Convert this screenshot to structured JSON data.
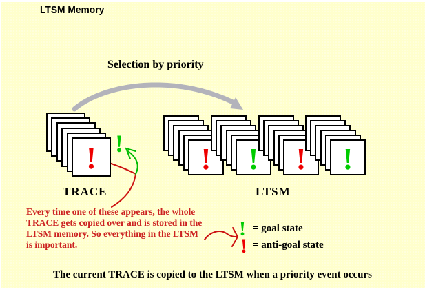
{
  "page": {
    "title": "LTSM Memory",
    "background_color": "#FFFFCC"
  },
  "header": {
    "selection_label": "Selection by priority"
  },
  "marks": {
    "glyph": "!",
    "goal_color": "#00CC00",
    "anti_goal_color": "#EE0000"
  },
  "trace": {
    "label": "TRACE",
    "card_count": 6,
    "front_mark": "anti_goal"
  },
  "ltsm": {
    "label": "LTSM",
    "stacks": [
      {
        "card_count": 6,
        "front_mark": "anti_goal"
      },
      {
        "card_count": 6,
        "front_mark": "goal"
      },
      {
        "card_count": 6,
        "front_mark": "anti_goal"
      },
      {
        "card_count": 6,
        "front_mark": "goal"
      }
    ]
  },
  "annotation": {
    "lines": "Every time one of these appears, the whole\nTRACE gets copied over and is stored in the\nLTSM memory. So everything in the LTSM\nis important.",
    "color": "#CC2222"
  },
  "legend": {
    "goal": {
      "glyph": "!",
      "label": "= goal state"
    },
    "anti_goal": {
      "glyph": "!",
      "label": "= anti-goal state"
    }
  },
  "footer": {
    "text": "The current TRACE is copied to the LTSM when a priority event occurs"
  },
  "icons": {
    "selection_arrow_color": "#B3B3BB",
    "pointer_arrow_red": "#CC1111",
    "pointer_arrow_green": "#00BB00"
  }
}
